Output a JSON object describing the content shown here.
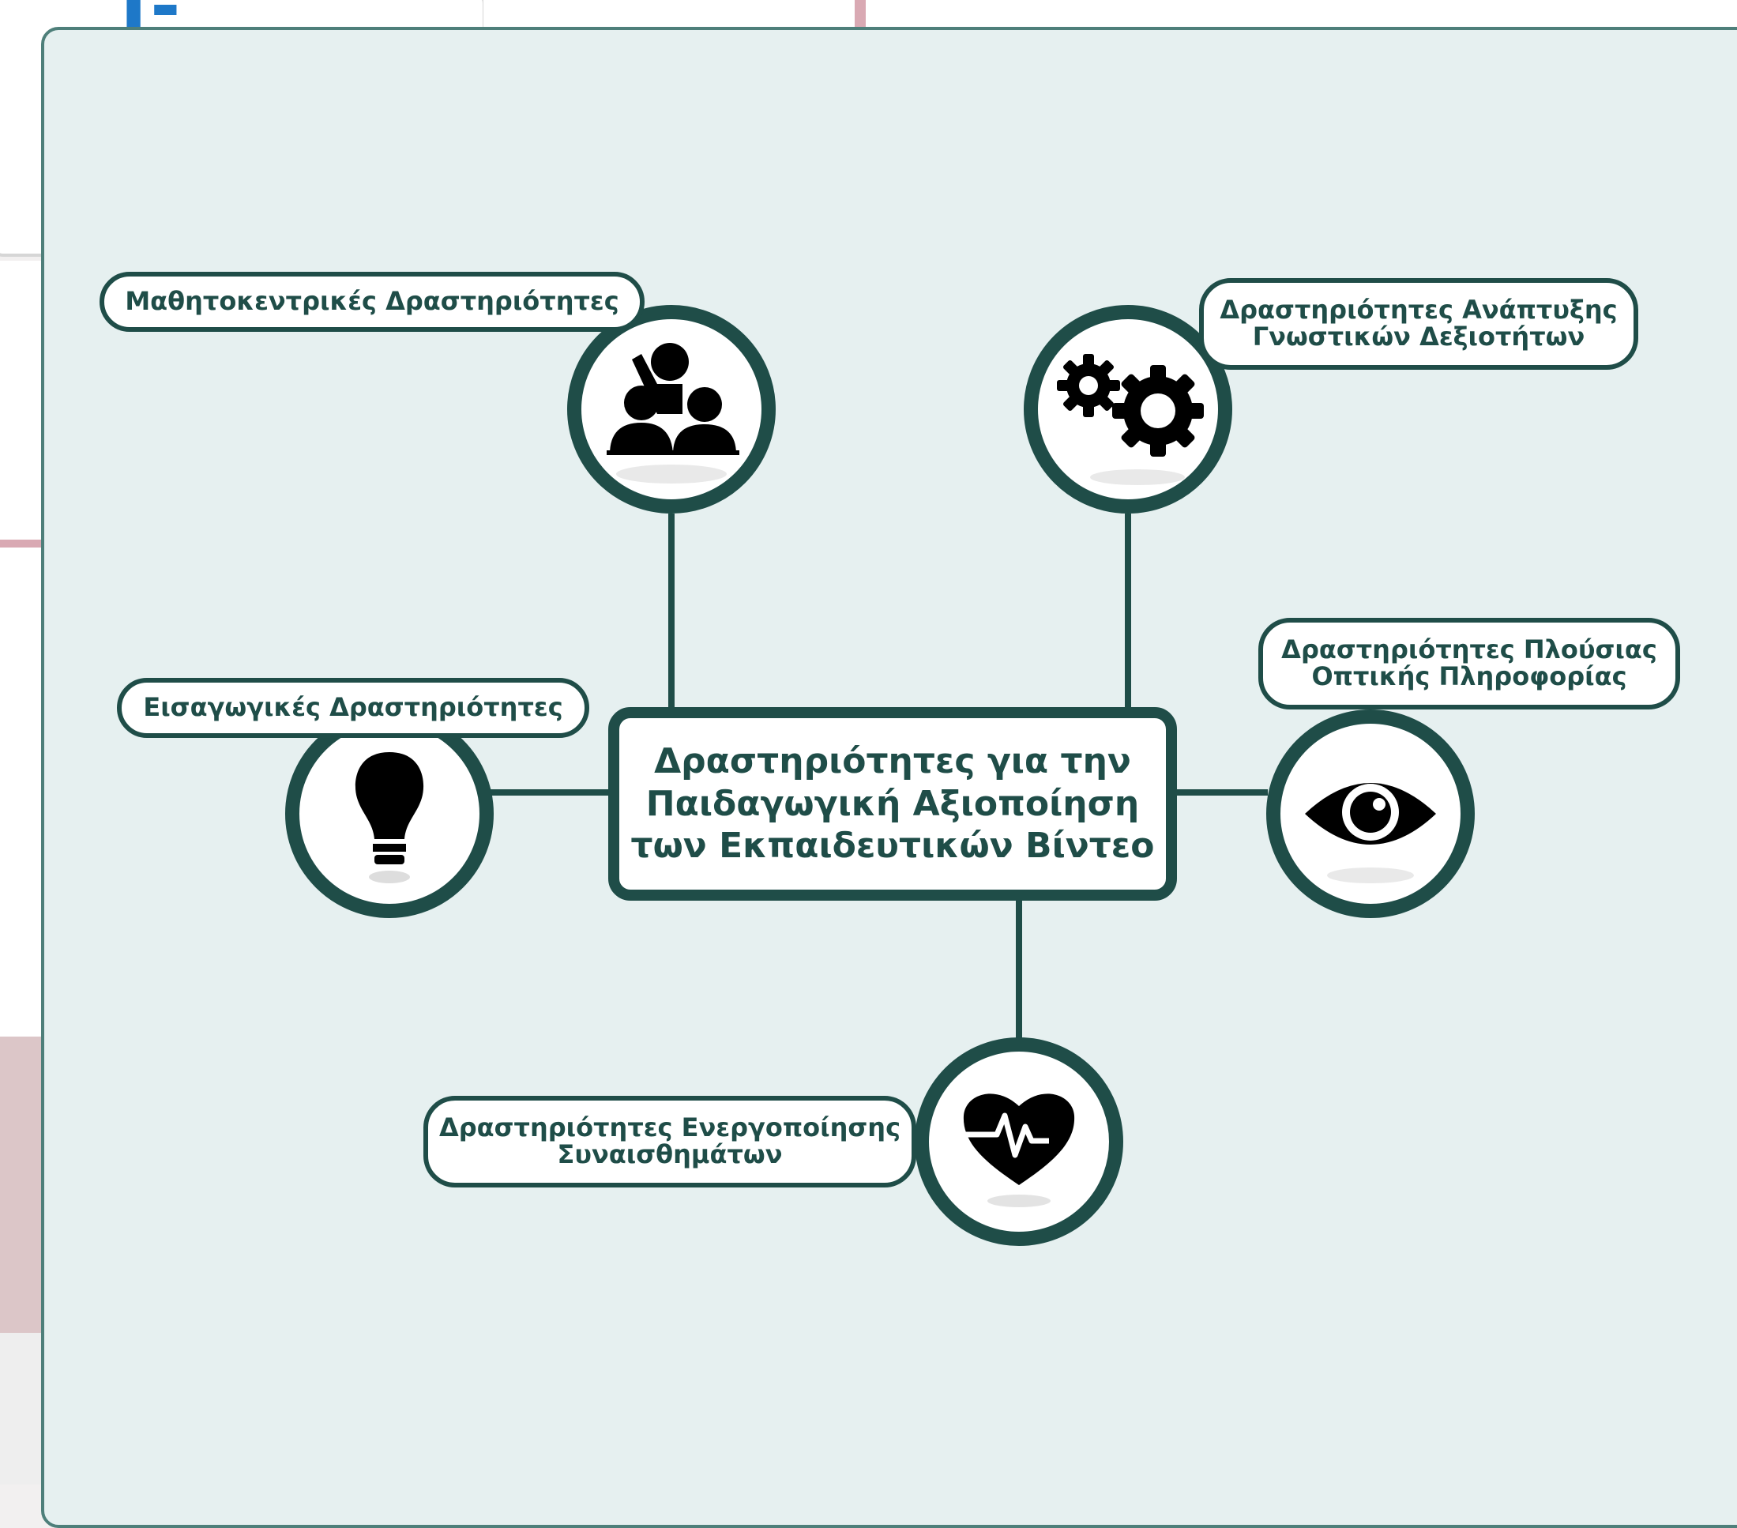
{
  "background": {
    "logo_text": "I-CREATE"
  },
  "diagram": {
    "center": {
      "line1": "Δραστηριότητες για την",
      "line2": "Παιδαγωγική Αξιοποίηση",
      "line3": "των Εκπαιδευτικών Βίντεο"
    },
    "nodes": [
      {
        "id": "learner",
        "icon": "students-teacher-icon",
        "label": [
          "Μαθητοκεντρικές Δραστηριότητες"
        ]
      },
      {
        "id": "cognitive",
        "icon": "gears-icon",
        "label": [
          "Δραστηριότητες Ανάπτυξης",
          "Γνωστικών Δεξιοτήτων"
        ]
      },
      {
        "id": "intro",
        "icon": "lightbulb-icon",
        "label": [
          "Εισαγωγικές Δραστηριότητες"
        ]
      },
      {
        "id": "visual",
        "icon": "eye-icon",
        "label": [
          "Δραστηριότητες Πλούσιας",
          "Οπτικής Πληροφορίας"
        ]
      },
      {
        "id": "emotion",
        "icon": "heart-pulse-icon",
        "label": [
          "Δραστηριότητες Ενεργοποίησης",
          "Συναισθημάτων"
        ]
      }
    ]
  },
  "colors": {
    "dark_teal": "#1f4d48",
    "panel_bg": "#e6f0f0",
    "logo_blue": "#1e78c8",
    "accent_pink": "#d9a9b3"
  }
}
